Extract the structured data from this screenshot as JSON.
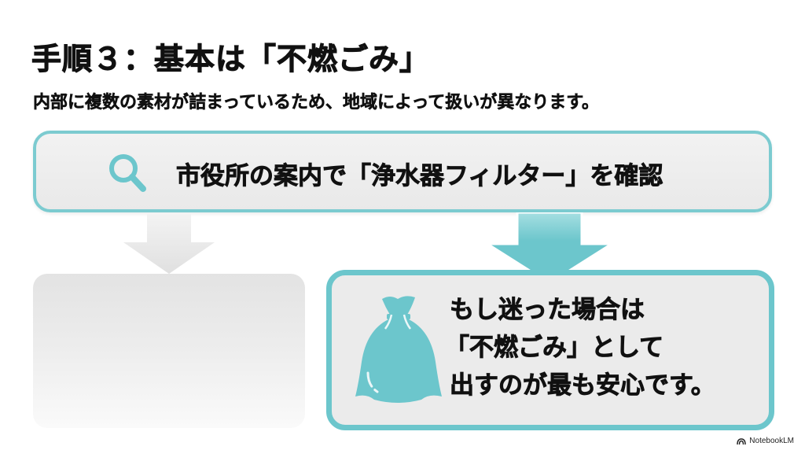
{
  "title": "手順３：基本は「不燃ごみ」",
  "subtitle": "内部に複数の素材が詰まっているため、地域によって扱いが異なります。",
  "top_box": {
    "icon": "search-icon",
    "text": "市役所の案内で「浄水器フィルター」を確認"
  },
  "left_branch": {
    "arrow": "arrow-down-icon",
    "box_text": ""
  },
  "right_branch": {
    "arrow": "arrow-down-icon",
    "icon": "garbage-bag-icon",
    "lines": [
      "もし迷った場合は",
      "「不燃ごみ」として",
      "出すのが最も安心です。"
    ]
  },
  "watermark": {
    "icon": "notebooklm-logo-icon",
    "text": "NotebookLM"
  },
  "colors": {
    "accent": "#6cc6cc",
    "accent_light": "#7ccbd0",
    "box_bg": "#ebebeb",
    "faded": "#e3e3e3",
    "text": "#111111"
  }
}
